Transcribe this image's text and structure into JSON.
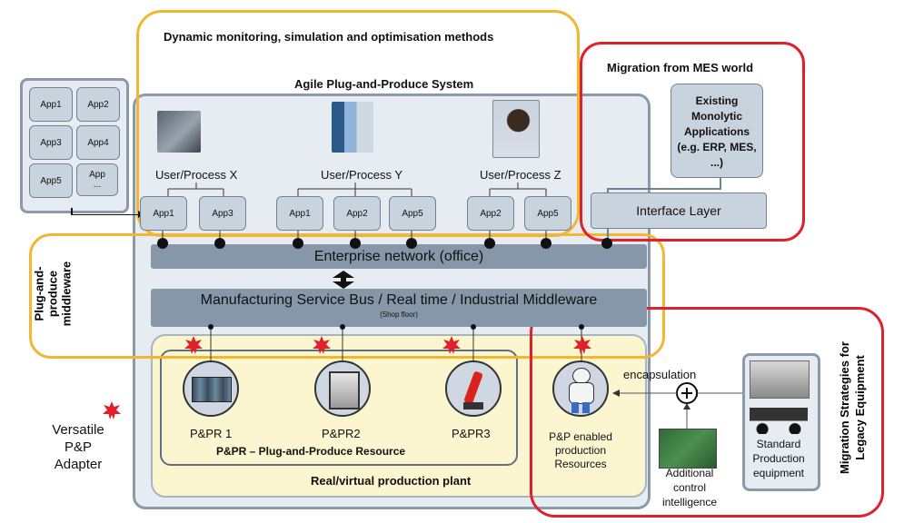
{
  "title_dynamic": "Dynamic monitoring, simulation and optimisation methods",
  "title_agile": "Agile Plug-and-Produce System",
  "title_migration_mes": "Migration from MES world",
  "existing_apps": "Existing Monolytic Applications (e.g. ERP, MES, ...)",
  "interface_layer": "Interface Layer",
  "app_panel": [
    "App1",
    "App2",
    "App3",
    "App4",
    "App5",
    "App ..."
  ],
  "users": [
    "User/Process X",
    "User/Process Y",
    "User/Process Z"
  ],
  "user_apps": [
    "App1",
    "App3",
    "App1",
    "App2",
    "App5",
    "App2",
    "App5"
  ],
  "enterprise_network": "Enterprise network (office)",
  "msb": "Manufacturing Service Bus / Real time / Industrial Middleware",
  "shop_floor": "(Shop floor)",
  "middleware_label": "Plug-and-produce middleware",
  "resources": [
    "P&PR 1",
    "P&PR2",
    "P&PR3"
  ],
  "ppr_group": "P&PR – Plug-and-Produce Resource",
  "plant": "Real/virtual production plant",
  "pp_enabled": "P&P enabled production Resources",
  "encapsulation": "encapsulation",
  "additional": "Additional control intelligence",
  "standard_equipment": "Standard Production equipment",
  "migration_legacy": "Migration Strategies for Legacy Equipment",
  "adapter": "Versatile P&P Adapter",
  "colors": {
    "orange": "#f2b630",
    "red": "#e0202a",
    "steel": "#8597a8",
    "panel": "#e6ecf2",
    "yellow": "#fbf6cf"
  }
}
